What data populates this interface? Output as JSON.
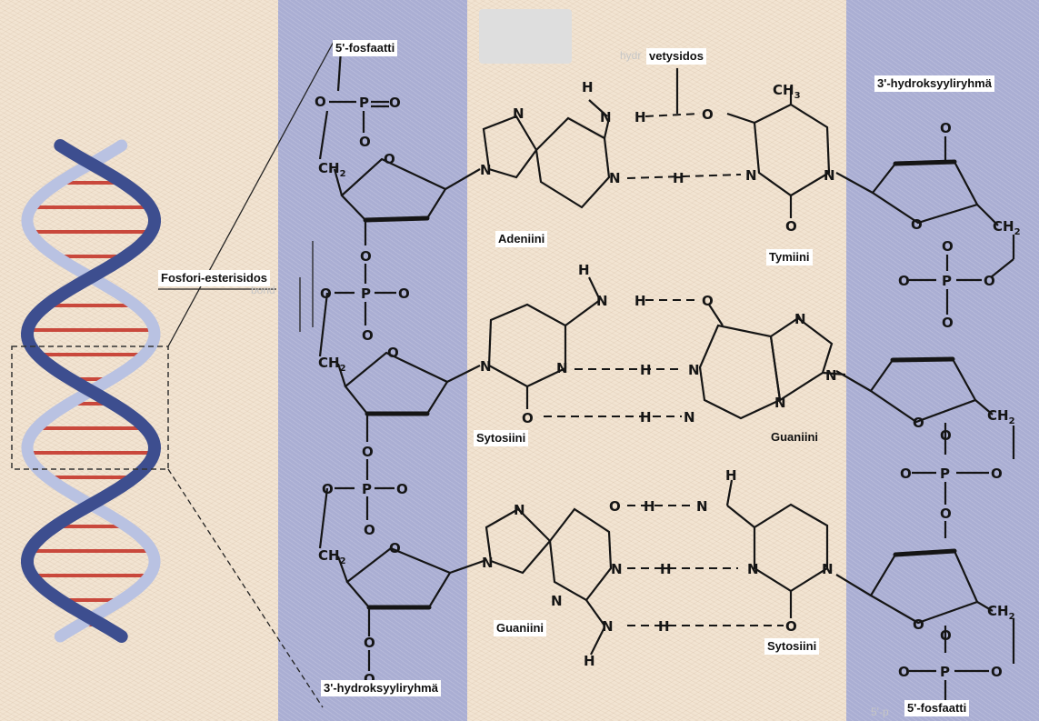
{
  "labels": {
    "phosphate_5_top": "5'-fosfaatti",
    "hydrogen_bond": "vetysidos",
    "hydroxyl_3_top": "3'-hydroksyyliryhmä",
    "phosphodiester": "Fosfori-esterisidos",
    "adenine": "Adeniini",
    "thymine": "Tymiini",
    "cytosine_mid": "Sytosiini",
    "guanine_mid": "Guaniini",
    "guanine_bottom": "Guaniini",
    "cytosine_bottom": "Sytosiini",
    "hydroxyl_3_bottom": "3'-hydroksyyliryhmä",
    "phosphate_5_bottom": "5'-fosfaatti"
  },
  "ghost_text": {
    "bond_en": "bond",
    "phosphate_en": "5'-p",
    "hydrogen_en": "hydr"
  },
  "atoms": {
    "N": "N",
    "O": "O",
    "P": "P",
    "H": "H",
    "C": "C"
  },
  "groups": {
    "ch2": "CH",
    "ch3": "CH",
    "ch2_sub": "2",
    "ch3_sub": "3"
  },
  "colors": {
    "band": "#aaaed3",
    "paper": "#f2e4d2",
    "helix_dark": "#3d4e8f",
    "helix_light": "#b9c2e2",
    "rung": "#c9483c"
  }
}
